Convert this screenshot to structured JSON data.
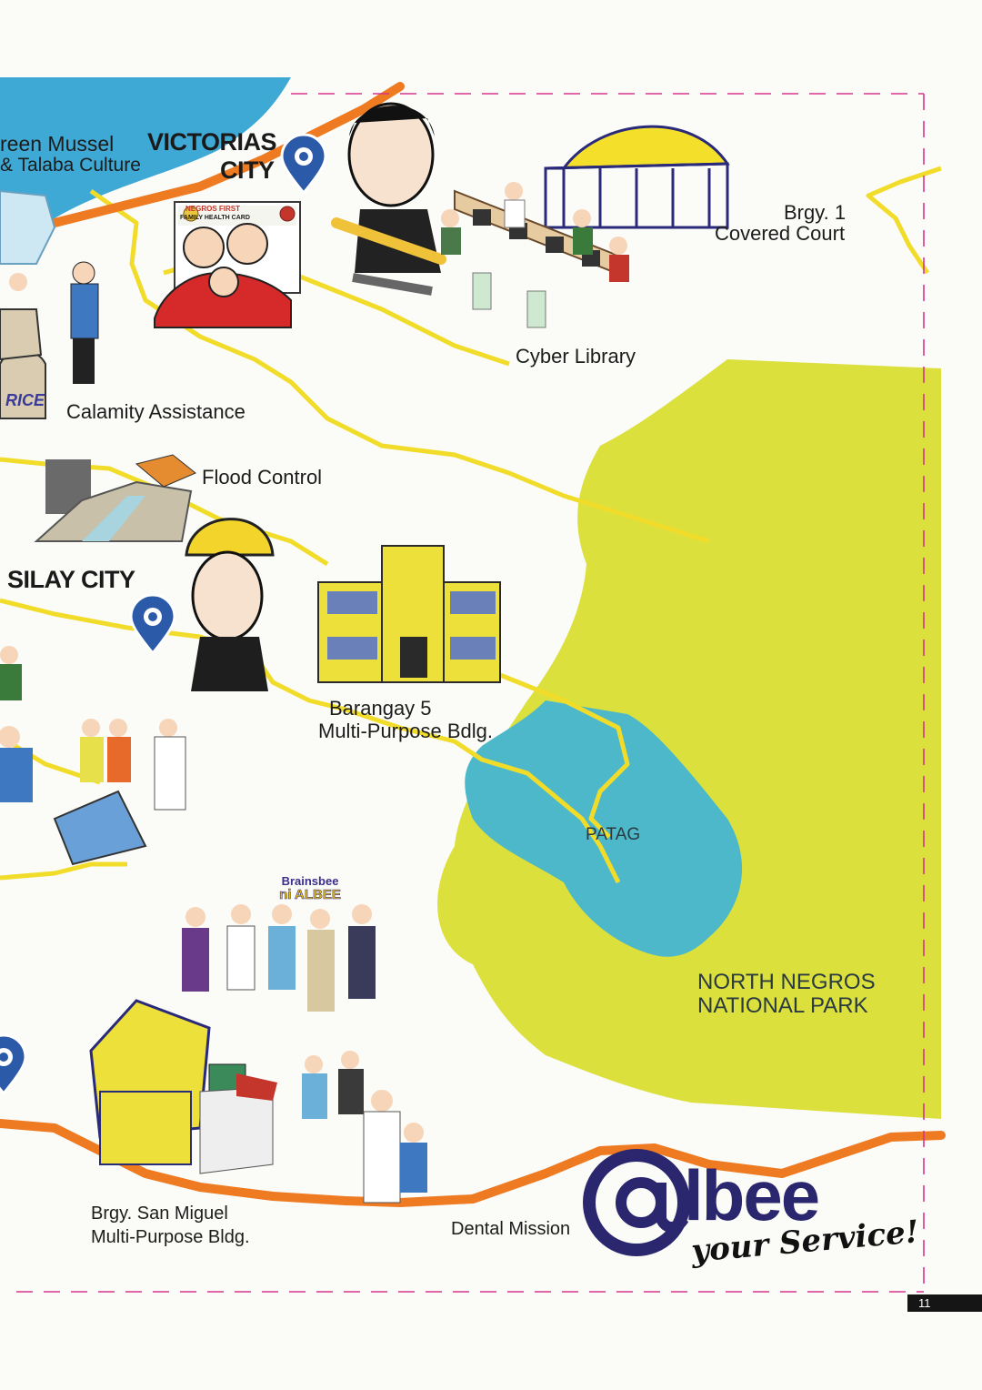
{
  "labels": {
    "mussel_1": "reen Mussel",
    "mussel_2": "& Talaba Culture",
    "victorias_1": "VICTORIAS",
    "victorias_2": "CITY",
    "health_card_1": "NEGROS FIRST",
    "health_card_2": "FAMILY HEALTH CARD",
    "brgy1_1": "Brgy. 1",
    "brgy1_2": "Covered Court",
    "cyber_library": "Cyber Library",
    "rice": "RICE",
    "calamity": "Calamity Assistance",
    "flood": "Flood Control",
    "silay": "SILAY CITY",
    "barangay5_1": "Barangay 5",
    "barangay5_2": "Multi-Purpose Bdlg.",
    "patag": "PATAG",
    "brainsbee_1": "Brainsbee",
    "brainsbee_2": "ni ALBEE",
    "park_1": "NORTH NEGROS",
    "park_2": "NATIONAL PARK",
    "sanmiguel_1": "Brgy. San Miguel",
    "sanmiguel_2": "Multi-Purpose Bldg.",
    "dental": "Dental Mission",
    "logo_at": "@",
    "logo_word": "lbee",
    "logo_tagline": "your Service!",
    "page_number": "11"
  },
  "colors": {
    "sea": "#3fa9d6",
    "road_orange": "#ee7a22",
    "road_yellow": "#f2dc2a",
    "park": "#dbe03c",
    "patag": "#4cb8c9",
    "border": "#d6358c",
    "pin": "#2a5aa8",
    "logo": "#2a276e"
  },
  "icons": [
    "map-pin-icon"
  ]
}
